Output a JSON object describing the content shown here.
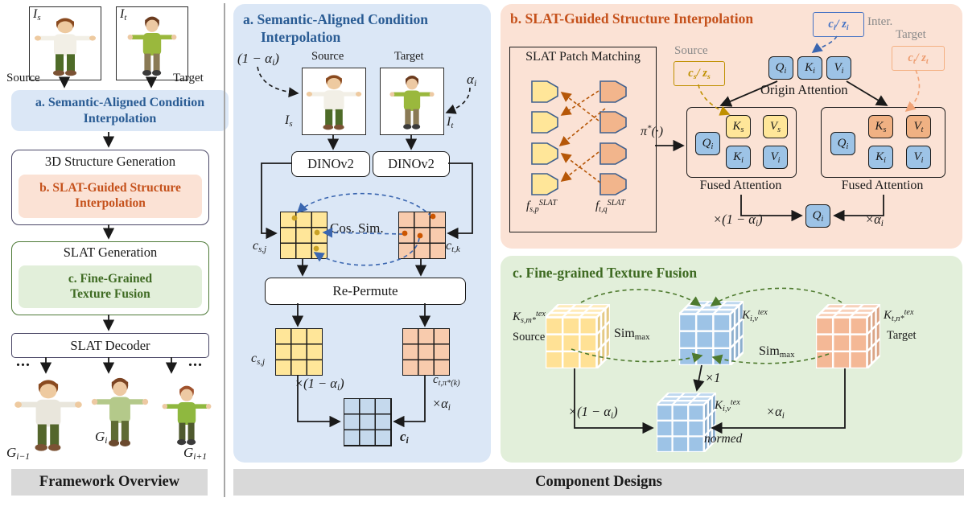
{
  "colors": {
    "panel_a_bg": "#dbe7f6",
    "panel_b_bg": "#fbe2d5",
    "panel_c_bg": "#e2efda",
    "banner_bg": "#d9d9d9",
    "title_a_blue": "#2a5c94",
    "title_b_orange": "#c5511b",
    "title_c_green": "#3f6b23",
    "cell_yellow": "#ffe699",
    "cell_orange": "#f8cbad",
    "cell_blue": "#c5d9ed",
    "token_blue": "#9dc3e6",
    "token_orange": "#f0b183",
    "gold_accent": "#bf9000",
    "dash_blue": "#3a66b0",
    "dash_green": "#4e7a2e",
    "dash_rust": "#b65708"
  },
  "framework": {
    "img_source_label": "I_{s}",
    "img_target_label": "I_{t}",
    "source_label": "Source",
    "target_label": "Target",
    "step_a": "a. Semantic-Aligned Condition Interpolation",
    "structure_box_title": "3D Structure Generation",
    "step_b": "b. SLAT-Guided Structure Interpolation",
    "slat_box_title": "SLAT Generation",
    "step_c": "c. Fine-Grained Texture Fusion",
    "decoder_title": "SLAT Decoder",
    "ellipsis_left": "...",
    "ellipsis_right": "...",
    "output_prev_label": "G_{i−1}",
    "output_mid_label": "G_{i}",
    "output_next_label": "G_{i+1}",
    "banner": "Framework Overview"
  },
  "panel_a": {
    "title": "a. Semantic-Aligned Condition Interpolation",
    "coeff_source": "(1 − α_{i})",
    "coeff_target": "α_{i}",
    "source_label": "Source",
    "target_label": "Target",
    "img_source_label": "I_{s}",
    "img_target_label": "I_{t}",
    "encoder_left": "DINOv2",
    "encoder_right": "DINOv2",
    "grid_source_label": "c_{s,j}",
    "grid_target_label": "c_{t,k}",
    "cos_sim": "Cos. Sim.",
    "repermute": "Re-Permute",
    "grid_source2_label": "c_{s,j}",
    "grid_target2_label": "c_{t,π*(k)}",
    "mult_source": "×(1 − α_{i})",
    "mult_target": "×α_{i}",
    "result_label": "c_{i}"
  },
  "panel_b": {
    "title": "b. SLAT-Guided Structure Interpolation",
    "patch_title": "SLAT Patch Matching",
    "feat_source": "f_{s,p}^{SLAT}",
    "feat_target": "f_{t,q}^{SLAT}",
    "permute_fn": "π^{*}(·)",
    "inter_box": "c_{i}/ z_{i}",
    "inter_label": "Inter.",
    "source_box": "c_{s}/ z_{s}",
    "source_label": "Source",
    "target_box": "c_{t}/ z_{t}",
    "target_label": "Target",
    "q": "Q_{i}",
    "k": "K_{i}",
    "v": "V_{i}",
    "origin_attention": "Origin Attention",
    "fused_left": {
      "q": "Q_{i}",
      "ks": "K_{s}",
      "vs": "V_{s}",
      "ki": "K_{i}",
      "vi": "V_{i}",
      "caption": "Fused Attention"
    },
    "fused_right": {
      "q": "Q_{i}",
      "ks": "K_{s}",
      "vt": "V_{t}",
      "ki": "K_{i}",
      "vi": "V_{i}",
      "caption": "Fused Attention"
    },
    "mult_left": "×(1 − α_{i})",
    "mult_right": "×α_{i}",
    "center_q": "Q_{i}"
  },
  "panel_c": {
    "title": "c. Fine-grained Texture Fusion",
    "cube_source_label": "K_{s,m*}^{tex}",
    "source_label": "Source",
    "sim_left": "Sim_{max}",
    "sim_right": "Sim_{max}",
    "cube_inter_label": "K_{i,v}^{tex}",
    "cube_target_label": "K_{t,n*}^{tex}",
    "target_label": "Target",
    "times_one": "×1",
    "mult_left": "×(1 − α_{i})",
    "mult_right": "×α_{i}",
    "result_label": "K_{i,v}^{tex}",
    "normed": "normed"
  },
  "component_banner": "Component Designs"
}
